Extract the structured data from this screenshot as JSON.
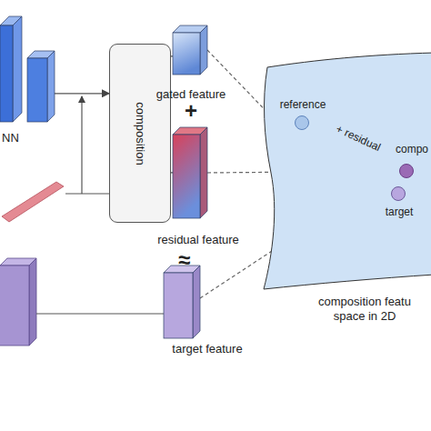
{
  "diagram": {
    "nodes": [
      {
        "text": [
          "NN"
        ]
      },
      {
        "text": [
          "composition"
        ]
      },
      {
        "text": [
          "gated feature"
        ]
      },
      {
        "text": [
          "residual feature"
        ]
      },
      {
        "text": [
          "target feature"
        ]
      },
      {
        "text": [
          "composition featu space in 2D"
        ]
      },
      {
        "text": [
          "reference"
        ],
        "in": 5
      },
      {
        "text": [
          "compo"
        ],
        "in": 5
      },
      {
        "text": [
          "target"
        ],
        "in": 5
      }
    ],
    "edges": [
      {
        "from": 0,
        "to": 1,
        "arrow": "to"
      },
      {
        "from": 1,
        "to": 2,
        "arrow": "none"
      },
      {
        "from": 1,
        "to": 3,
        "arrow": "none"
      },
      {
        "from": 2,
        "to": 6,
        "arrow": "none"
      },
      {
        "from": 3,
        "to": 7,
        "arrow": "to"
      },
      {
        "from": 4,
        "to": 8,
        "arrow": "none"
      },
      {
        "from": 6,
        "to": 7,
        "label": "+ residual",
        "arrow": "to"
      }
    ],
    "labels": [
      "+",
      "≈"
    ]
  }
}
